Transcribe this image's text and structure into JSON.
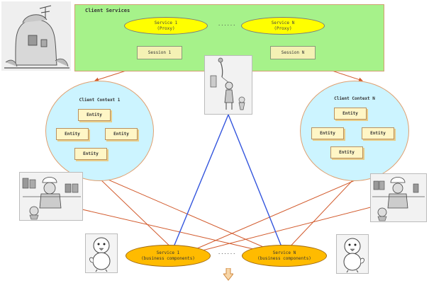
{
  "client_services": {
    "title": "Client Services",
    "service_1": {
      "name": "Service 1",
      "sub": "(Proxy)"
    },
    "service_n": {
      "name": "Service N",
      "sub": "(Proxy)"
    },
    "ellipsis": "......",
    "session_1": "Session 1",
    "session_n": "Session N"
  },
  "context_1": {
    "title": "Client Context 1",
    "entities": [
      "Entity",
      "Entity",
      "Entity",
      "Entity"
    ]
  },
  "context_n": {
    "title": "Client Context N",
    "entities": [
      "Entity",
      "Entity",
      "Entity",
      "Entity"
    ]
  },
  "business_services": {
    "service_1": {
      "name": "Service 1",
      "sub": "(business components)"
    },
    "service_n": {
      "name": "Service N",
      "sub": "(business components)"
    },
    "ellipsis": "......"
  },
  "colors": {
    "connector_red": "#d25a2c",
    "connector_blue": "#3355dd",
    "client_services_bg": "#a6f28a",
    "proxy_fill": "#ffff00",
    "context_fill": "#ccf4ff",
    "business_fill": "#ffbb00",
    "down_arrow": "#f2b470"
  }
}
